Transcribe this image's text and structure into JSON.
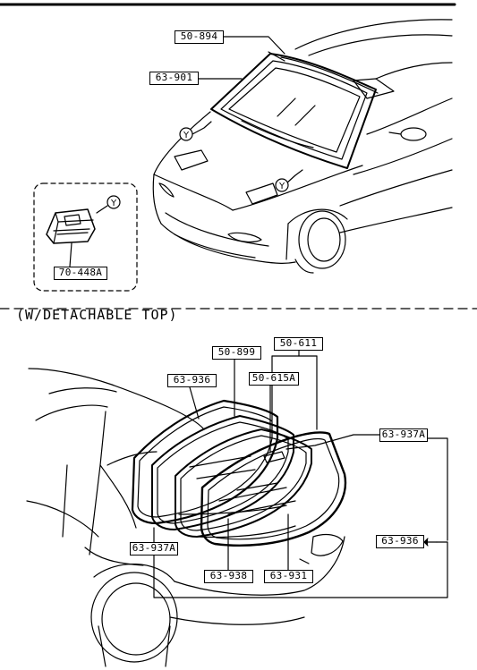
{
  "section": {
    "detachable_top_label": "(W/DETACHABLE TOP)"
  },
  "markers": {
    "y": "Y"
  },
  "callouts": {
    "p50_894": "50-894",
    "p63_901": "63-901",
    "p70_448A": "70-448A",
    "p50_611": "50-611",
    "p50_899": "50-899",
    "p63_936_top": "63-936",
    "p50_615A": "50-615A",
    "p63_937A_right": "63-937A",
    "p63_937A_left": "63-937A",
    "p63_936_right": "63-936",
    "p63_938": "63-938",
    "p63_931": "63-931"
  }
}
